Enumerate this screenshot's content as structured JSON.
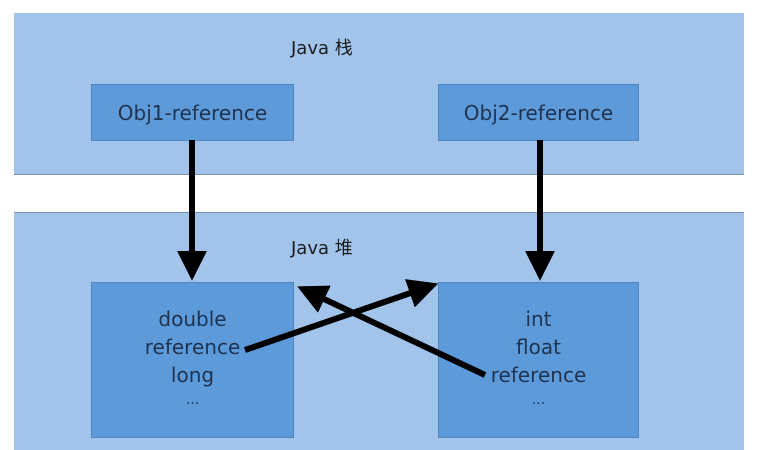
{
  "diagram": {
    "stack": {
      "title": "Java 栈",
      "references": [
        {
          "label": "Obj1-reference"
        },
        {
          "label": "Obj2-reference"
        }
      ]
    },
    "heap": {
      "title": "Java 堆",
      "objects": [
        {
          "fields": [
            "double",
            "reference",
            "long",
            "..."
          ]
        },
        {
          "fields": [
            "int",
            "float",
            "reference",
            "..."
          ]
        }
      ]
    },
    "arrows": [
      {
        "from": "Obj1-reference",
        "to": "heap object 1"
      },
      {
        "from": "Obj2-reference",
        "to": "heap object 2"
      },
      {
        "from": "heap object 1 reference",
        "to": "heap object 2"
      },
      {
        "from": "heap object 2 reference",
        "to": "heap object 1"
      }
    ],
    "colors": {
      "band": "#a3c4ea",
      "box": "#5d9ad9",
      "arrow": "#000000",
      "text": "#1f3350"
    }
  }
}
